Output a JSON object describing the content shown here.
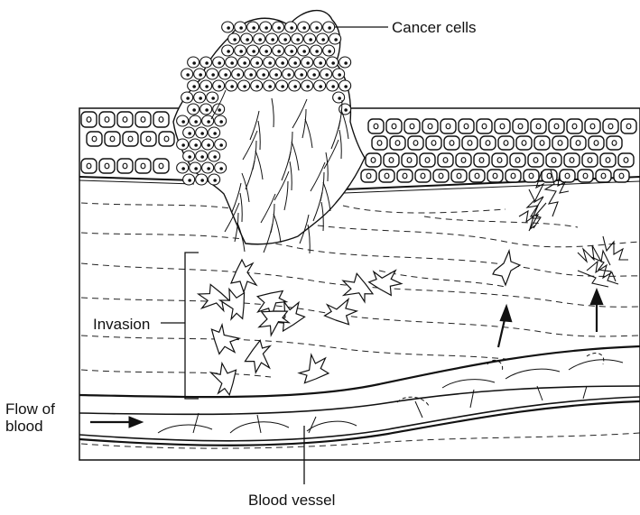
{
  "labels": {
    "cancer_cells": "Cancer cells",
    "invasion": "Invasion",
    "flow_of_blood_line1": "Flow of",
    "flow_of_blood_line2": "blood",
    "blood_vessel": "Blood vessel"
  },
  "colors": {
    "ink": "#111111",
    "background": "#ffffff"
  }
}
